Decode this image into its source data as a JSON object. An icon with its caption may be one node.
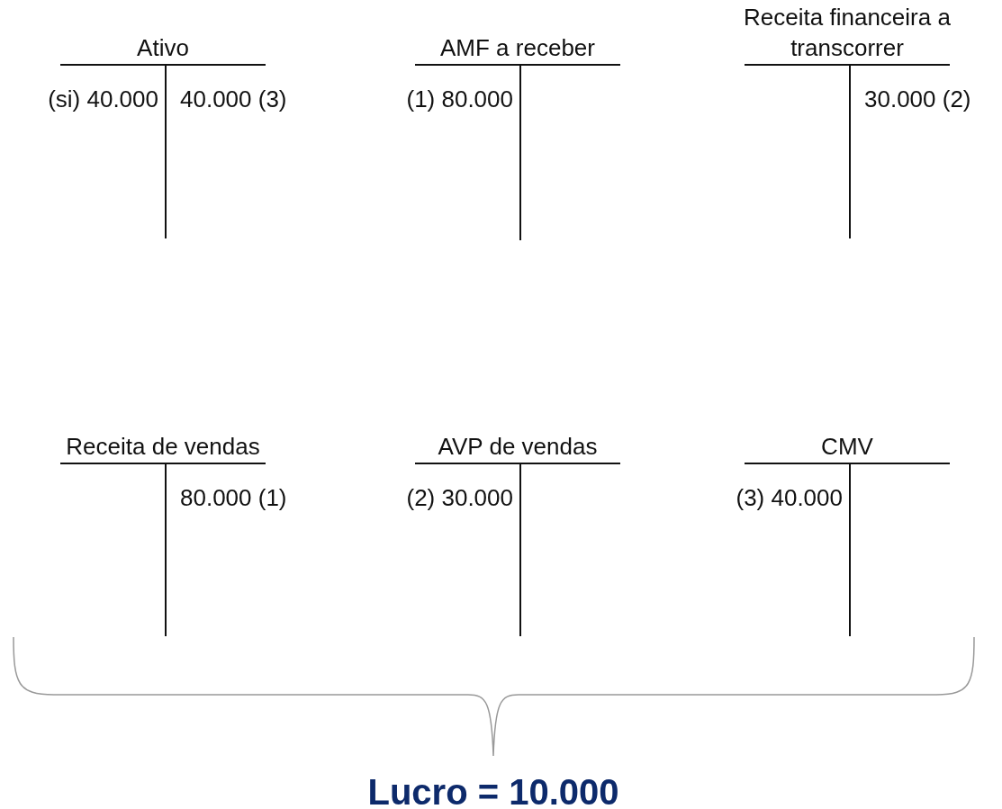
{
  "diagram": {
    "nodes": [
      {
        "text": [
          "Ativo",
          "(si) 40.000",
          "40.000 (3)"
        ]
      },
      {
        "text": [
          "AMF a receber",
          "(1) 80.000"
        ]
      },
      {
        "text": [
          "Receita financeira a transcorrer",
          "30.000 (2)"
        ]
      },
      {
        "text": [
          "Receita de vendas",
          "80.000 (1)"
        ]
      },
      {
        "text": [
          "AVP de vendas",
          "(2) 30.000"
        ]
      },
      {
        "text": [
          "CMV",
          "(3) 40.000"
        ]
      }
    ],
    "edges": [],
    "labels": [
      "Lucro = 10.000"
    ]
  }
}
